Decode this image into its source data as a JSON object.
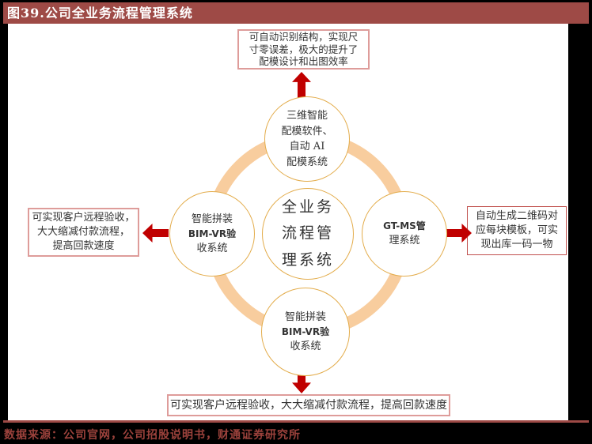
{
  "figure": {
    "title": "图39.公司全业务流程管理系统",
    "source": "数据来源：公司官网，公司招股说明书，财通证券研究所"
  },
  "colors": {
    "title_bar_bg": "#9E4A46",
    "title_text": "#FFFFFF",
    "arrow_red": "#C00000",
    "ring_orange": "#F8CD9E",
    "circle_border_gold": "#E3AC4B",
    "callout_border_pink": "#DE9C9A",
    "callout_border_red": "#C0504D",
    "body_text": "#333333",
    "source_text": "#9C423C",
    "page_bg": "#000000"
  },
  "center_circle": {
    "lines": [
      "全业务",
      "流程管",
      "理系统"
    ]
  },
  "nodes": {
    "top": {
      "lines": [
        "三维智能",
        "配模软件、",
        "自动 AI",
        "配模系统"
      ]
    },
    "left": {
      "lines": [
        "智能拼装",
        "BIM-VR验",
        "收系统"
      ]
    },
    "right": {
      "lines": [
        "GT-MS管",
        "理系统"
      ]
    },
    "bottom": {
      "lines": [
        "智能拼装",
        "BIM-VR验",
        "收系统"
      ]
    }
  },
  "callouts": {
    "top": {
      "lines": [
        "可自动识别结构，实现尺",
        "寸零误差，极大的提升了",
        "配模设计和出图效率"
      ]
    },
    "left": {
      "lines": [
        "可实现客户远程验收，",
        "大大缩减付款流程，",
        "提高回款速度"
      ]
    },
    "right": {
      "lines": [
        "自动生成二维码对",
        "应每块模板，可实",
        "现出库一码一物"
      ]
    },
    "bottom": {
      "lines": [
        "可实现客户远程验收，大大缩减付款流程，提高回款速度"
      ]
    }
  }
}
